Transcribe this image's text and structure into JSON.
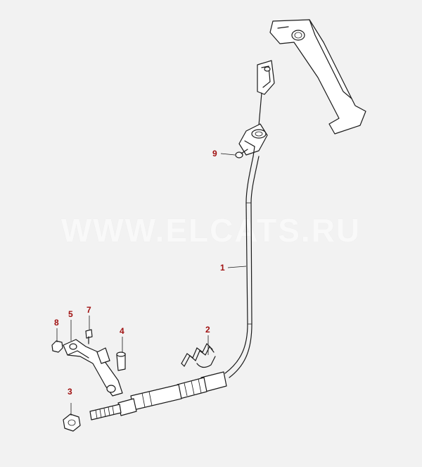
{
  "watermark": "WWW.ELCATS.RU",
  "accent_color": "#a01010",
  "callouts": [
    {
      "id": "1",
      "label": "1"
    },
    {
      "id": "2",
      "label": "2"
    },
    {
      "id": "3",
      "label": "3"
    },
    {
      "id": "4",
      "label": "4"
    },
    {
      "id": "5",
      "label": "5"
    },
    {
      "id": "7",
      "label": "7"
    },
    {
      "id": "8",
      "label": "8"
    },
    {
      "id": "9",
      "label": "9"
    }
  ]
}
